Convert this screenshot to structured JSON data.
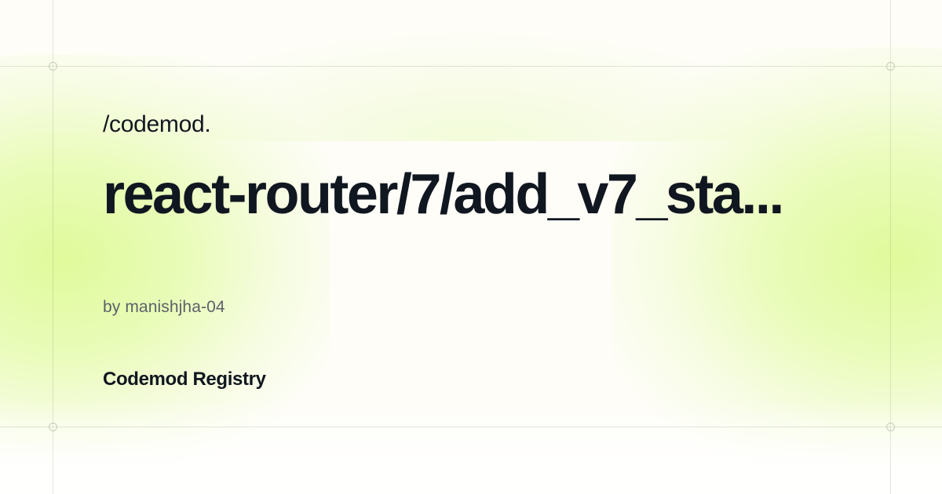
{
  "card": {
    "brand_logo": "/codemod.",
    "title": "react-router/7/add_v7_sta...",
    "author": "by manishjha-04",
    "footer": "Codemod Registry"
  },
  "decorations": {
    "markers": [
      {
        "name": "marker-top-left",
        "icon": "ring-marker-icon"
      },
      {
        "name": "marker-top-right",
        "icon": "ring-marker-icon"
      },
      {
        "name": "marker-bottom-left",
        "icon": "ring-marker-icon"
      },
      {
        "name": "marker-bottom-right",
        "icon": "ring-marker-icon"
      }
    ],
    "guide_lines": [
      "vertical-left",
      "vertical-right",
      "horizontal-top",
      "horizontal-bottom"
    ]
  },
  "colors": {
    "background_base": "#fefdf8",
    "accent_green": "#e4fba4",
    "text_primary": "#101720",
    "text_secondary": "#5b6169",
    "guide_line": "#78826e"
  }
}
